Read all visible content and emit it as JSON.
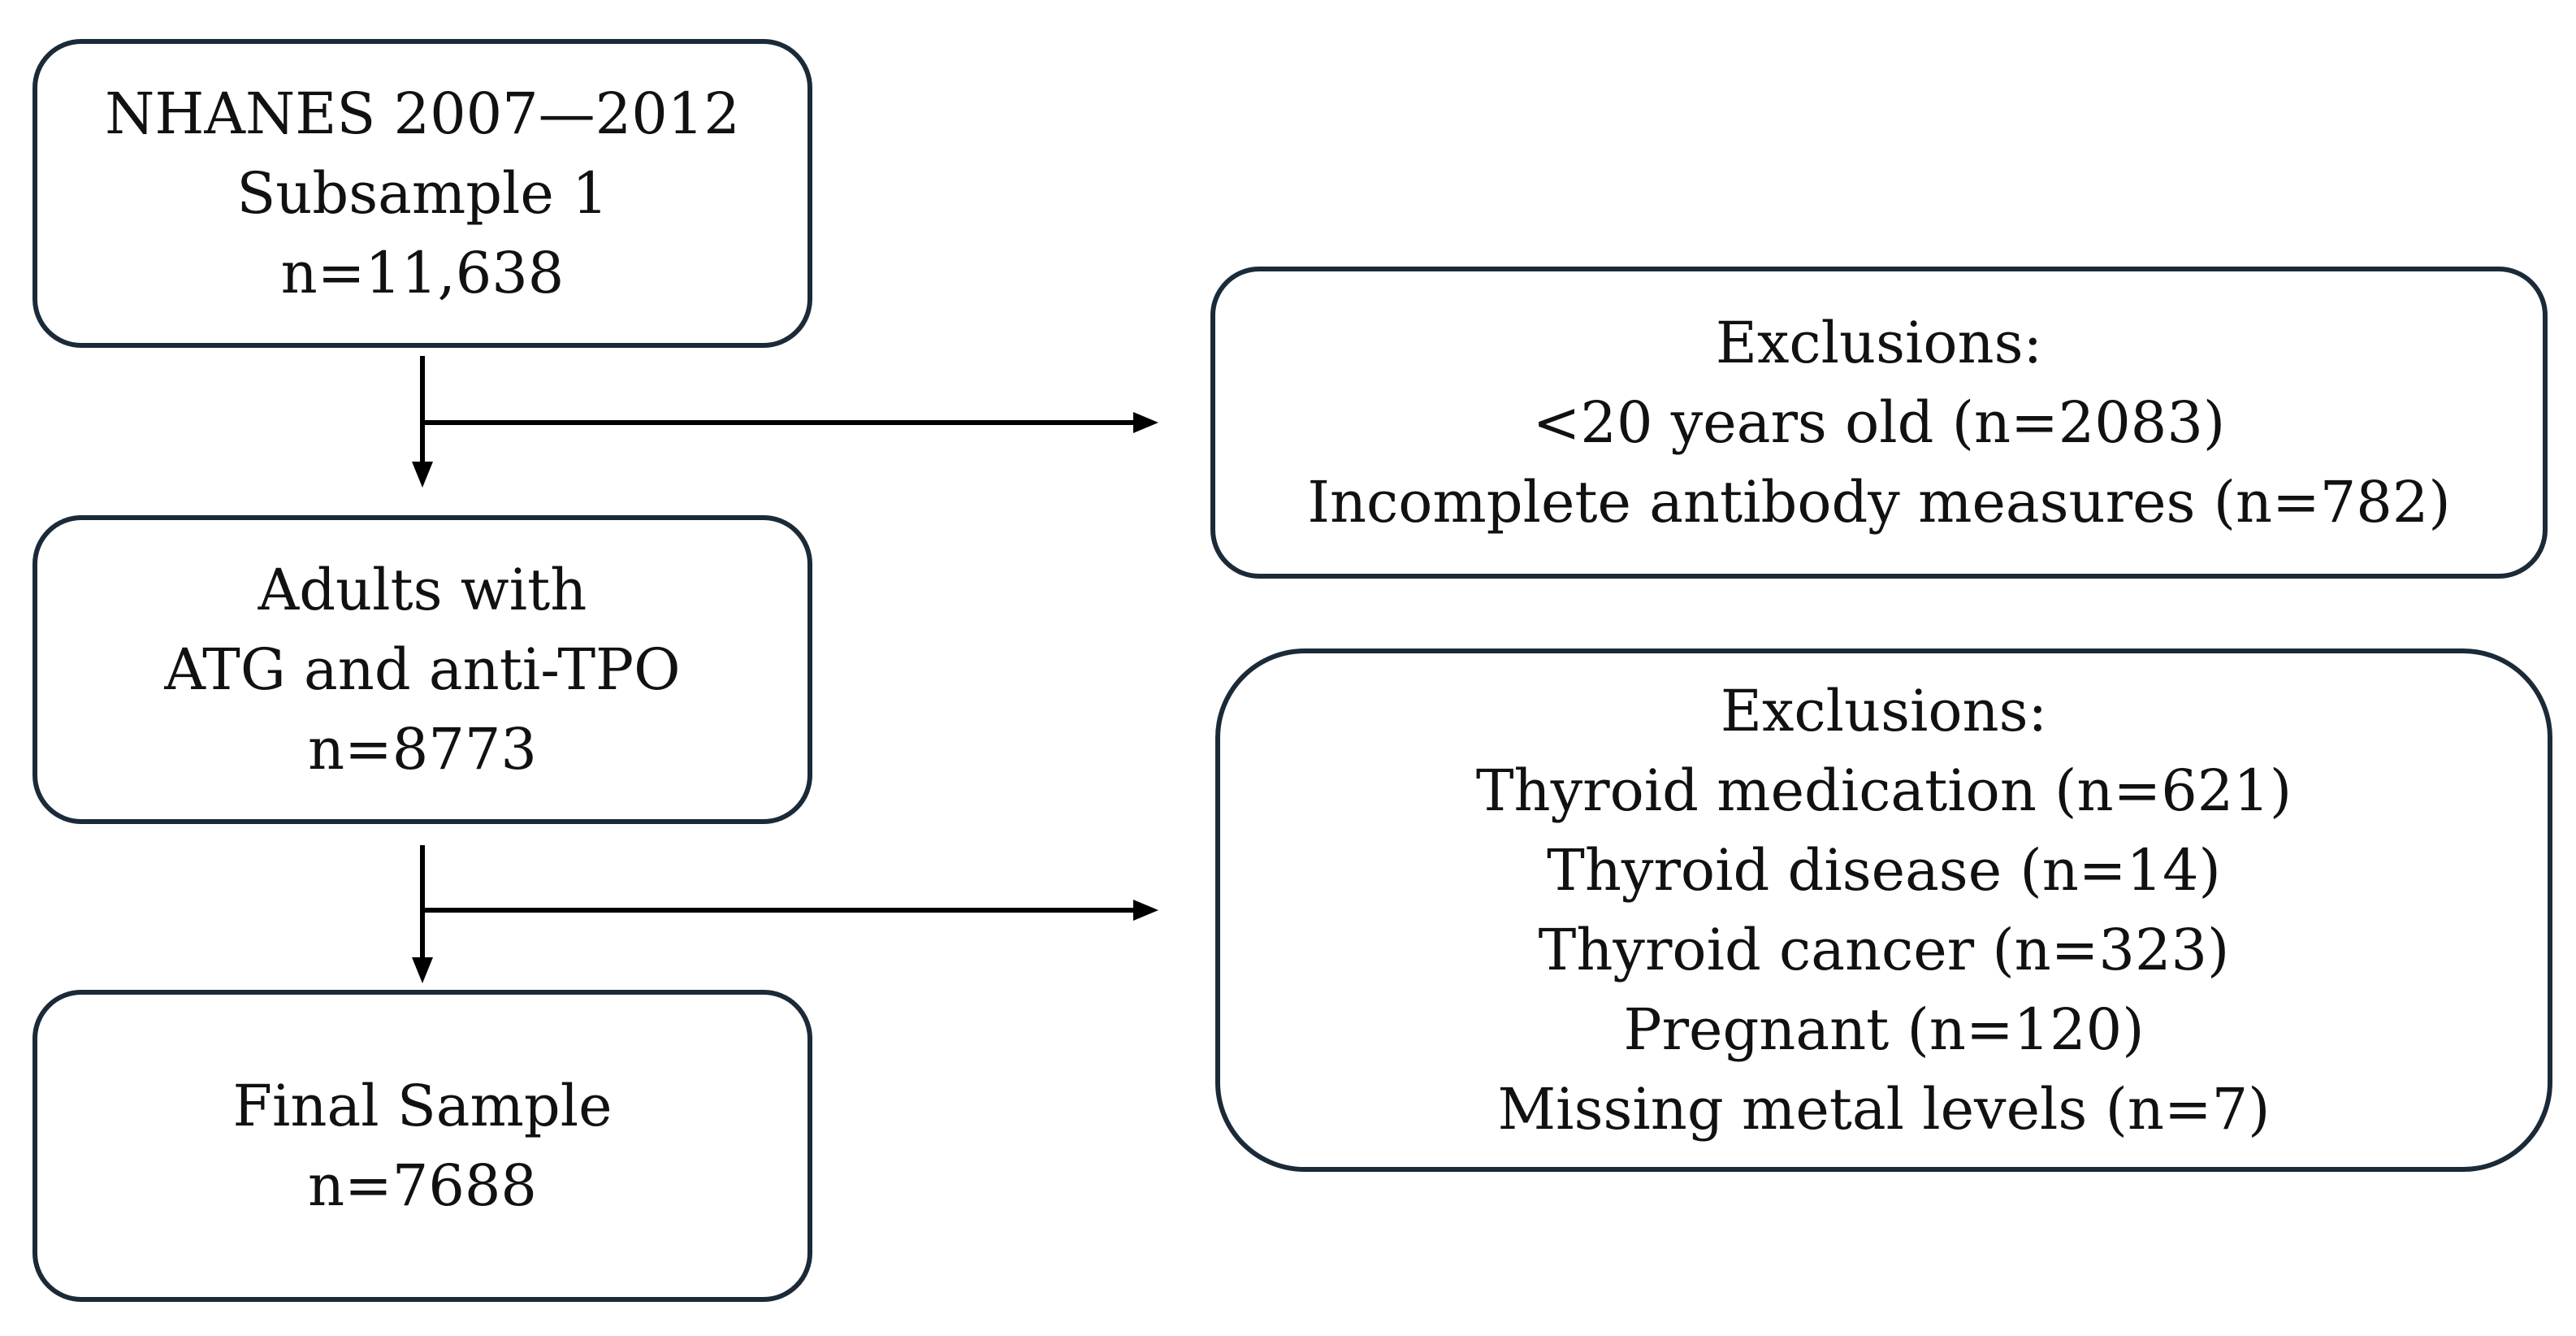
{
  "flowchart": {
    "start": {
      "lines": [
        "NHANES 2007—2012",
        "Subsample 1",
        "n=11,638"
      ]
    },
    "adults": {
      "lines": [
        "Adults with",
        "ATG and anti-TPO",
        "n=8773"
      ]
    },
    "final": {
      "lines": [
        "Final Sample",
        "n=7688"
      ]
    },
    "exclusions_1": {
      "lines": [
        "Exclusions:",
        "<20 years old (n=2083)",
        "Incomplete antibody measures (n=782)"
      ]
    },
    "exclusions_2": {
      "lines": [
        "Exclusions:",
        "Thyroid medication (n=621)",
        "Thyroid disease (n=14)",
        "Thyroid cancer (n=323)",
        "Pregnant (n=120)",
        "Missing metal levels (n=7)"
      ]
    }
  },
  "colors": {
    "box_border": "#1b2a38",
    "arrow": "#000000",
    "text": "#111111"
  }
}
